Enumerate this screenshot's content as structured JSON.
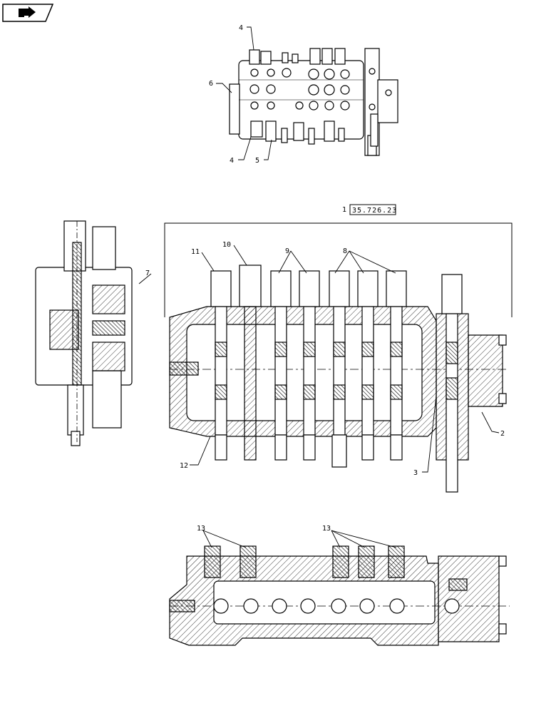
{
  "callouts": {
    "c1": "1",
    "c2": "2",
    "c3": "3",
    "c4a": "4",
    "c4b": "4",
    "c5": "5",
    "c6": "6",
    "c7": "7",
    "c8": "8",
    "c9": "9",
    "c10": "10",
    "c11": "11",
    "c12": "12",
    "c13a": "13",
    "c13b": "13"
  },
  "reference_box": "35.726.23",
  "nav_icon": "nav-arrow-icon"
}
